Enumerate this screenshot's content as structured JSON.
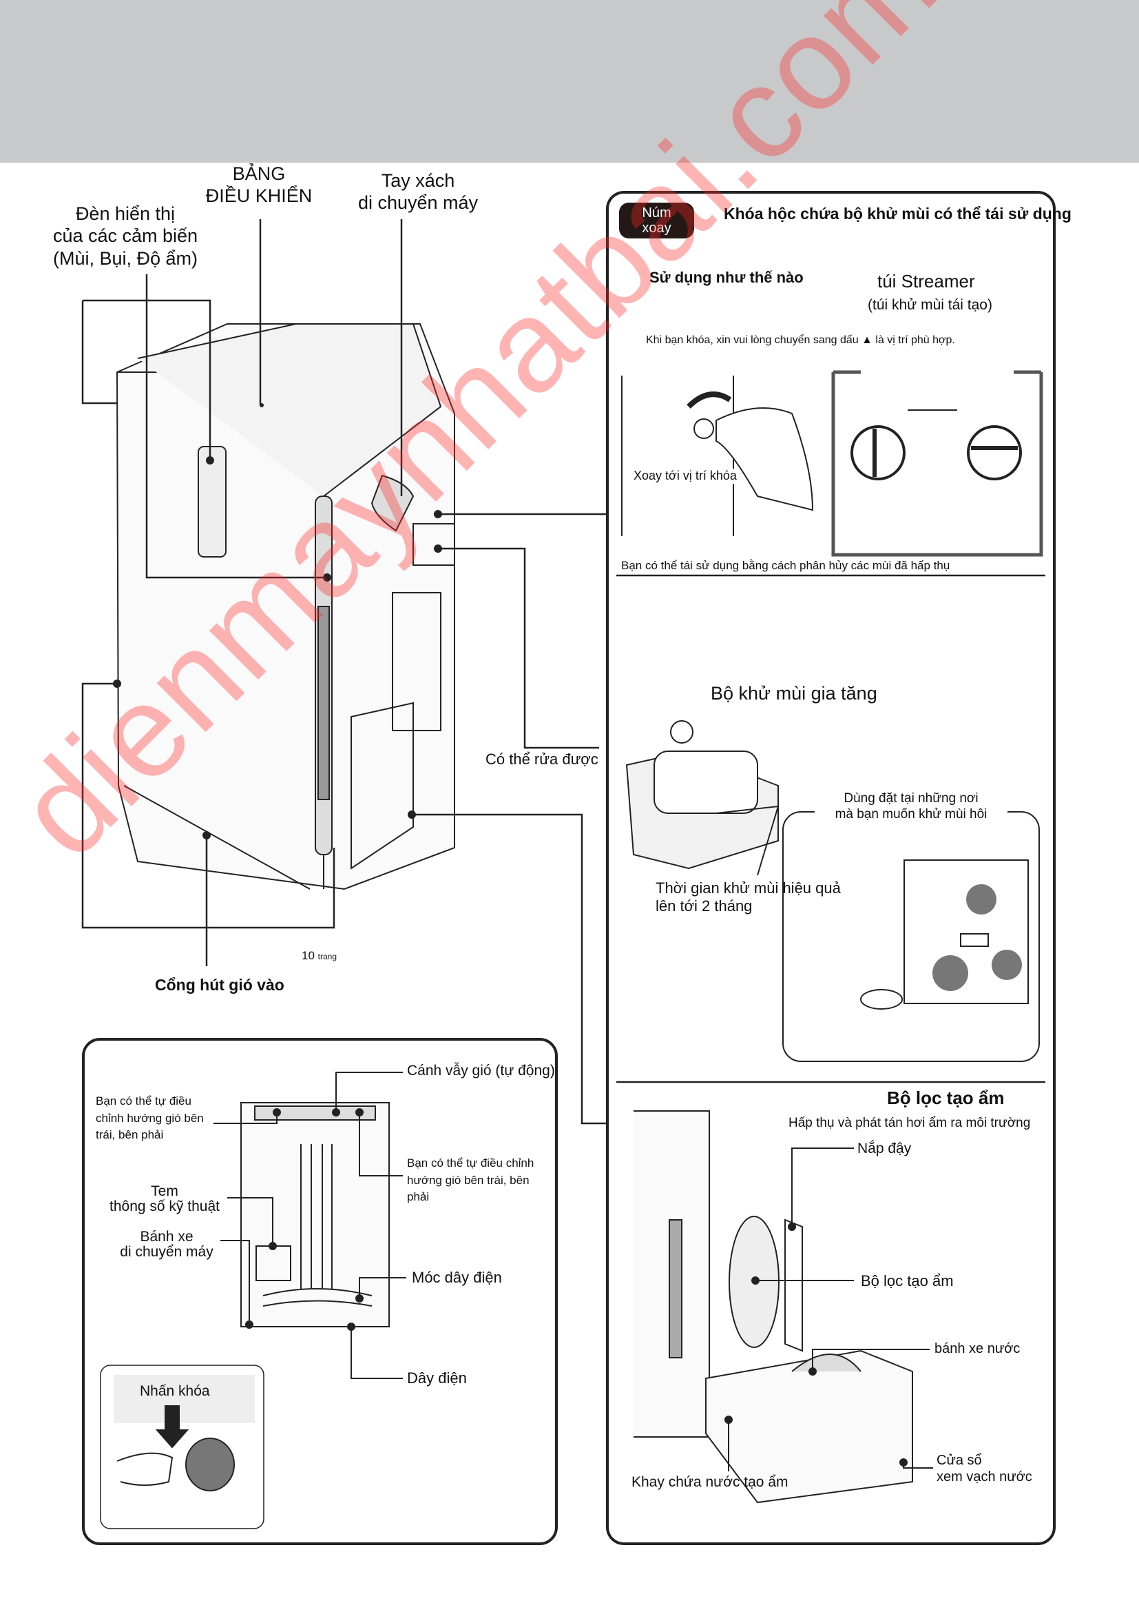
{
  "main_labels": {
    "control_panel": "BẢNG\nĐIỀU KHIỂN",
    "handle": "Tay xách\ndi chuyển máy",
    "sensor_lights": "Đèn hiển thị\ncủa các cảm biến\n(Mùi, Bụi, Độ ẩm)",
    "washable": "Có thể rửa được",
    "page_ref_num": "10",
    "page_ref_word": "trang",
    "air_intake": "Cổng hút gió vào"
  },
  "knob_panel": {
    "badge": "Núm\nxoay",
    "title": "Khóa hộc chứa bộ khử mùi có thể tái sử dụng",
    "how_to": "Sử dụng như thế nào",
    "streamer": "túi Streamer",
    "streamer_sub": "(túi khử mùi tái tạo)",
    "lock_note": "Khi bạn khóa, xin vui lòng chuyển sang dấu ▲ là vị trí phù hợp.",
    "rotate_label": "Xoay tới vị trí khóa",
    "reuse_note": "Bạn có thể tái sử dụng bằng cách phân hủy các mùi đã hấp thụ"
  },
  "deodorizer": {
    "title": "Bộ khử mùi gia tăng",
    "place_note": "Dùng đặt tại những nơi\nmà bạn muốn khử mùi hôi",
    "duration": "Thời gian khử mùi hiệu quả\nlên tới 2 tháng"
  },
  "humid_filter": {
    "title": "Bộ lọc tạo ẩm",
    "desc": "Hấp thụ và phát tán hơi ẩm ra môi trường",
    "cover": "Nắp đậy",
    "filter": "Bộ lọc tạo ẩm",
    "water_wheel": "bánh xe nước",
    "window": "Cửa sổ\nxem vạch nước",
    "tray": "Khay chứa nước tạo ẩm"
  },
  "back_panel": {
    "louver": "Cánh vẫy gió (tự động)",
    "left_adjust": "Bạn có thể tự điều\nchỉnh hướng gió bên\ntrái, bên phải",
    "right_adjust": "Bạn có thể tự điều chỉnh\nhướng gió bên trái, bên\nphải",
    "spec_label": "Tem\nthông số kỹ thuật",
    "casters": "Bánh xe\ndi chuyển máy",
    "cord_hook": "Móc dây điện",
    "cord": "Dây điện",
    "press_lock": "Nhấn khóa"
  },
  "watermark": "dienmaynhatbai.com"
}
